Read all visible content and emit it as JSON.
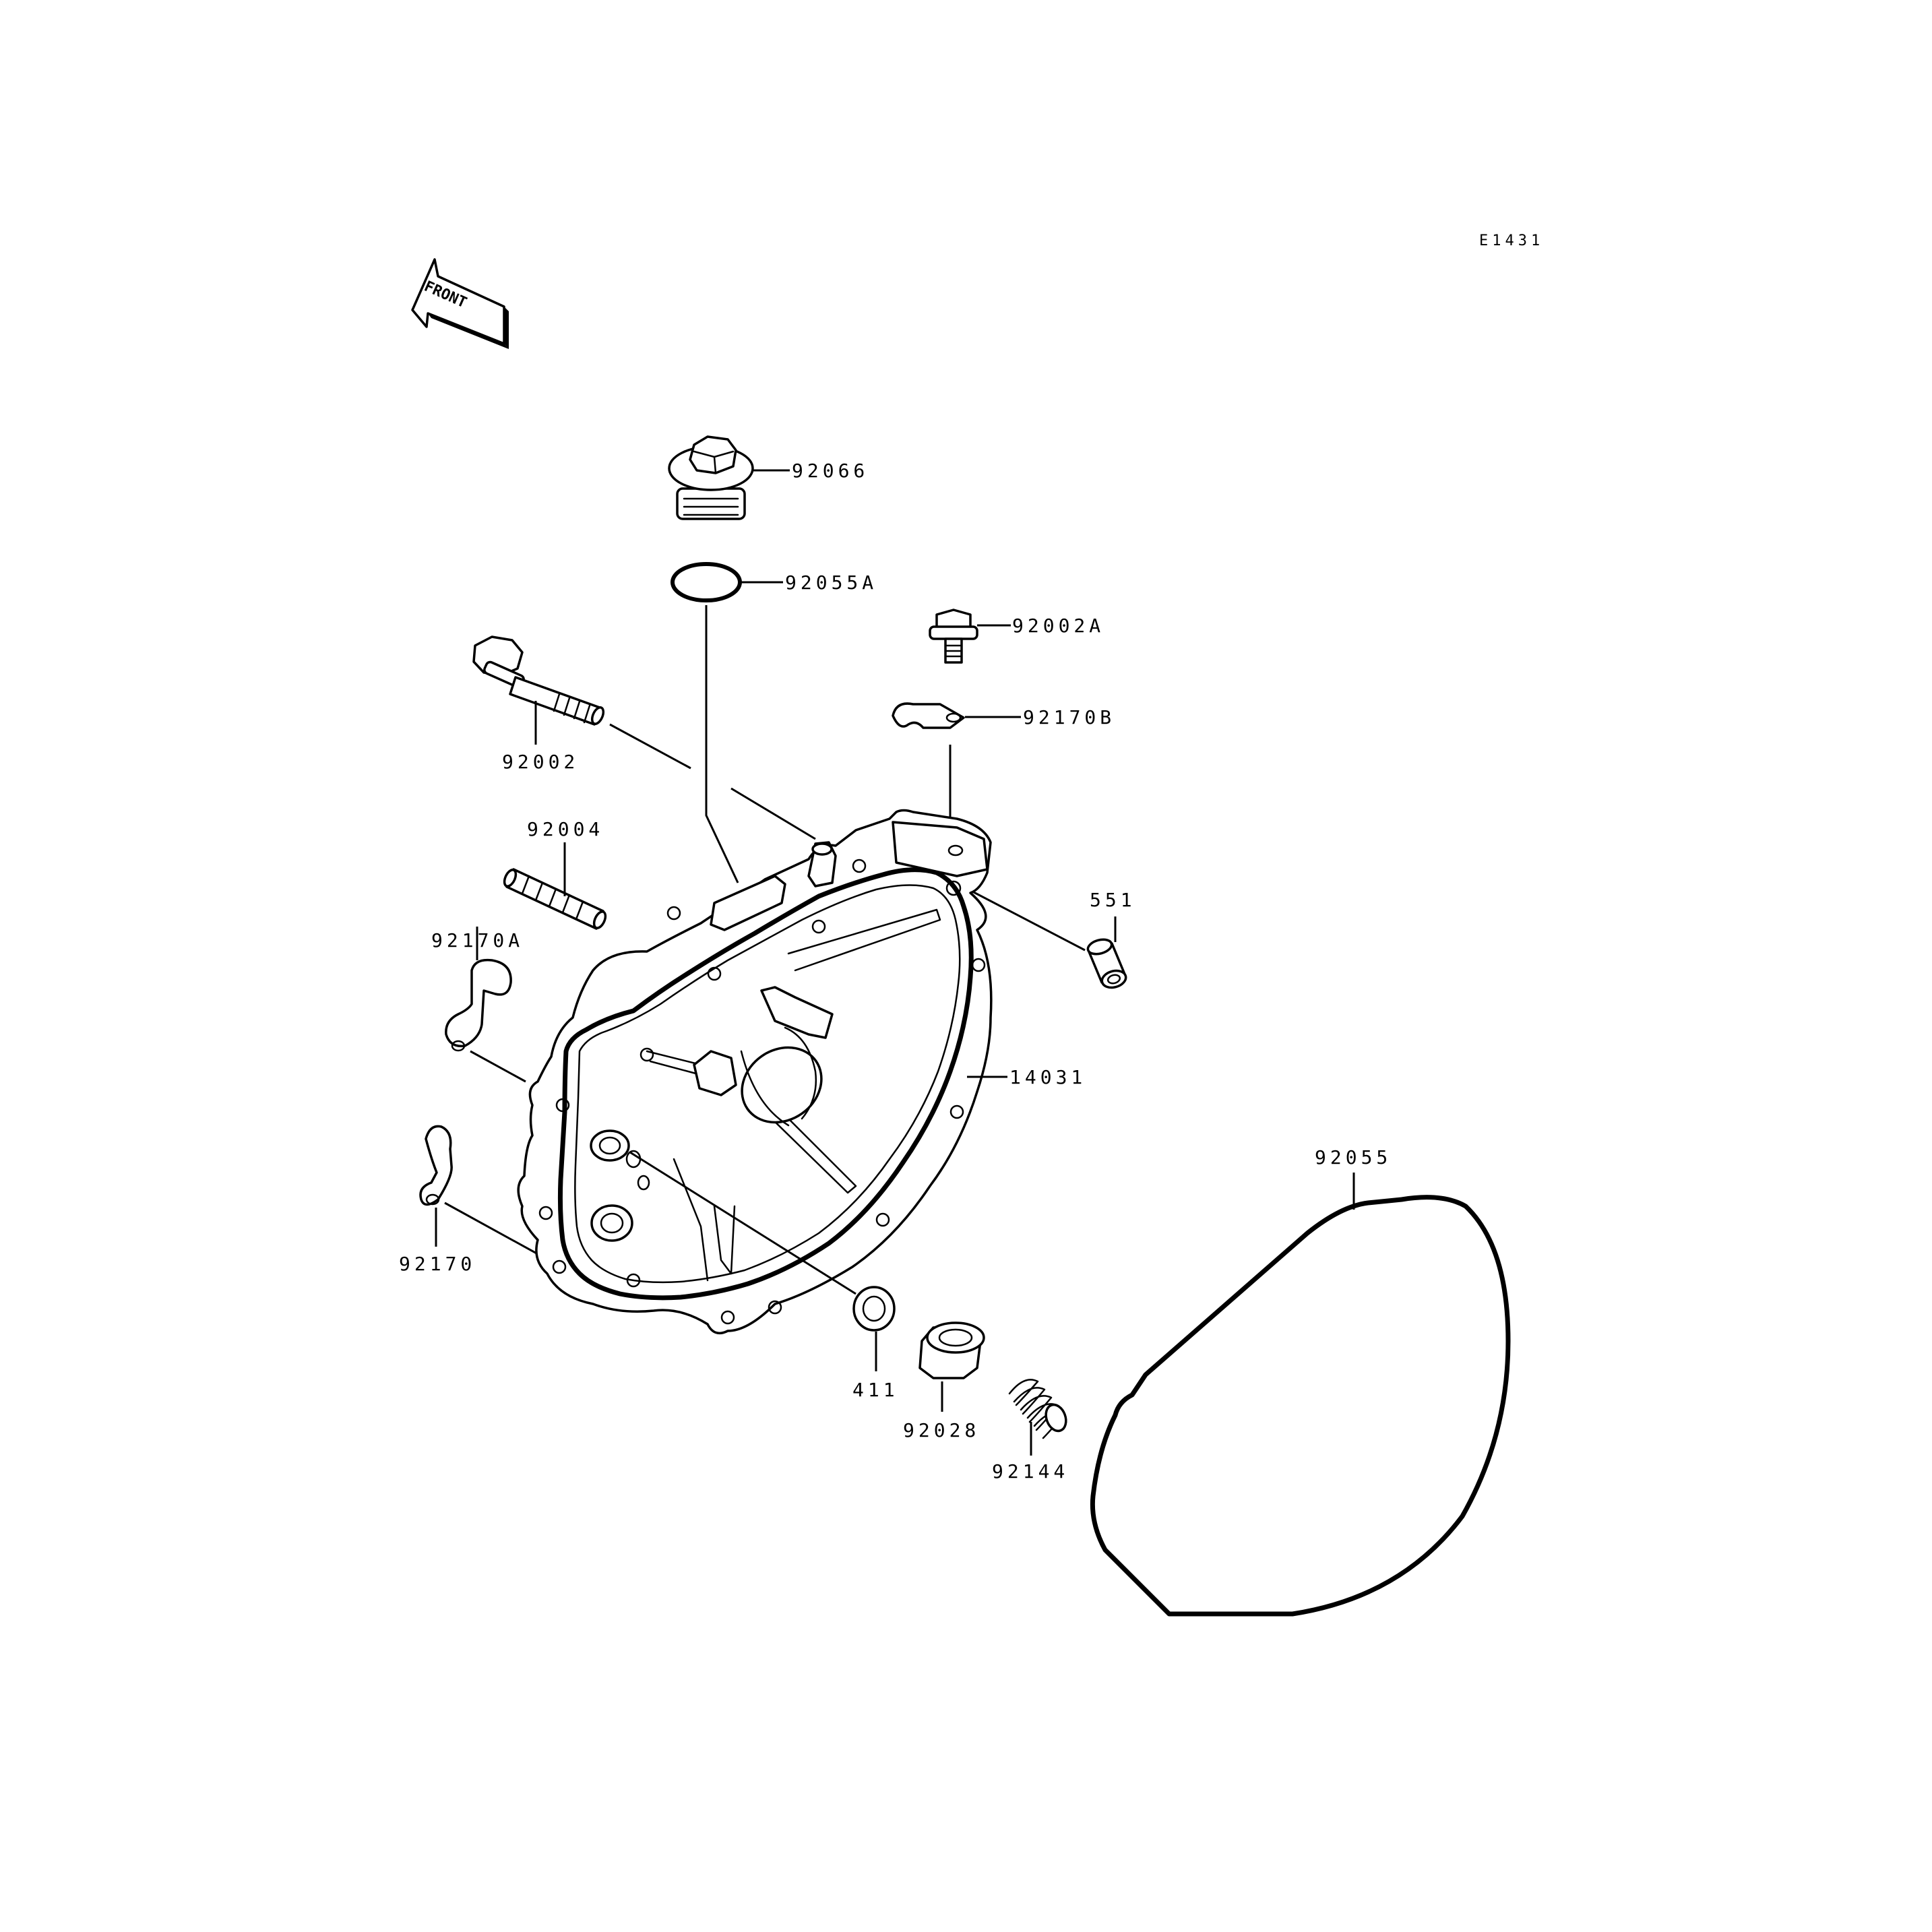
{
  "diagram_ref": "E1431",
  "front_label": "FRONT",
  "parts": {
    "p92066": "92066",
    "p92055A": "92055A",
    "p92002A": "92002A",
    "p92170B": "92170B",
    "p92002": "92002",
    "p92004": "92004",
    "p551": "551",
    "p92170A": "92170A",
    "p14031": "14031",
    "p92055": "92055",
    "p92170": "92170",
    "p411": "411",
    "p92028": "92028",
    "p92144": "92144"
  }
}
